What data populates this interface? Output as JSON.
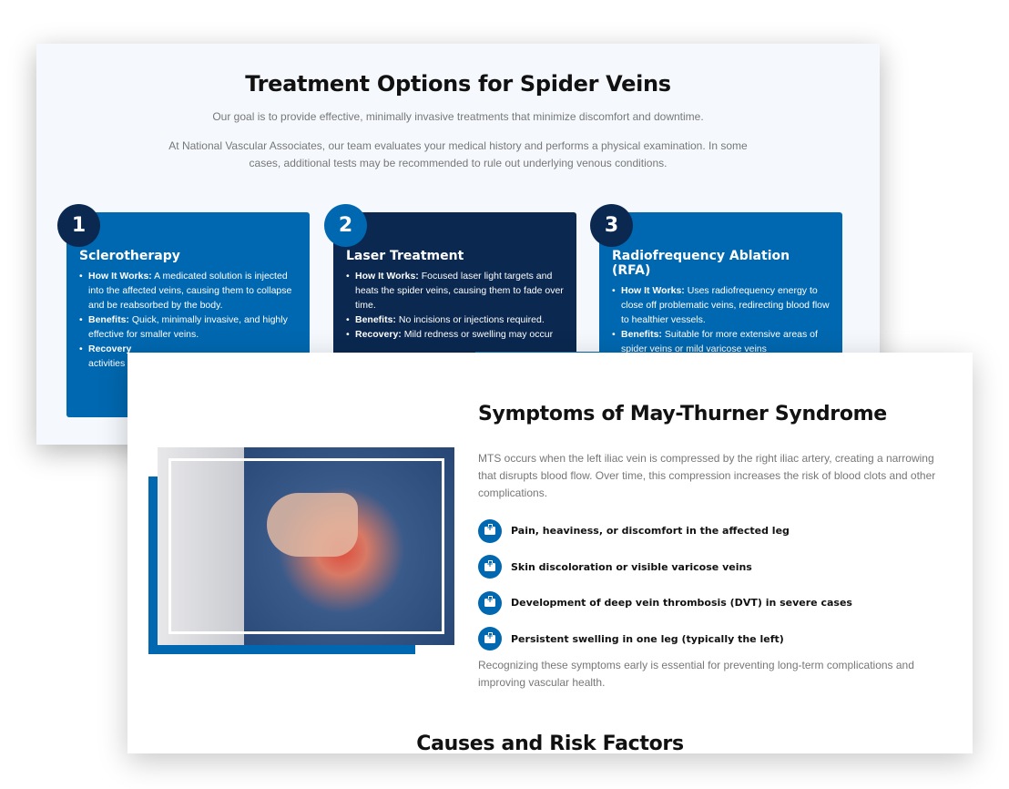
{
  "treatment": {
    "title": "Treatment Options for Spider Veins",
    "subtitle": "Our goal is to provide effective, minimally invasive treatments that minimize discomfort and downtime.",
    "description": "At National Vascular Associates, our team evaluates your medical history and performs a physical examination. In some cases, additional tests may be recommended to rule out underlying venous conditions.",
    "cards": [
      {
        "number": "1",
        "title": "Sclerotherapy",
        "items": [
          {
            "label": "How It Works:",
            "text": " A medicated solution is injected into the affected veins, causing them to collapse and be reabsorbed by the body."
          },
          {
            "label": "Benefits:",
            "text": " Quick, minimally invasive, and highly effective for smaller veins."
          },
          {
            "label": "Recovery",
            "text": " activities"
          }
        ]
      },
      {
        "number": "2",
        "title": "Laser Treatment",
        "items": [
          {
            "label": "How It Works:",
            "text": " Focused laser light targets and heats the spider veins, causing them to fade over time."
          },
          {
            "label": "Benefits:",
            "text": " No incisions or injections required."
          },
          {
            "label": "Recovery:",
            "text": " Mild redness or swelling may occur"
          }
        ]
      },
      {
        "number": "3",
        "title": "Radiofrequency Ablation (RFA)",
        "items": [
          {
            "label": "How It Works:",
            "text": " Uses radiofrequency energy to close off problematic veins, redirecting blood flow to healthier vessels."
          },
          {
            "label": "Benefits:",
            "text": " Suitable for more extensive areas of spider veins or mild varicose veins"
          }
        ]
      }
    ]
  },
  "symptoms": {
    "title": "Symptoms of May-Thurner Syndrome",
    "intro": "MTS occurs when the left iliac vein is compressed by the right iliac artery, creating a narrowing that disrupts blood flow. Over time, this compression increases the risk of blood clots and other complications.",
    "list": [
      "Pain, heaviness, or discomfort in the affected leg",
      "Skin discoloration or visible varicose veins",
      "Development of deep vein thrombosis (DVT) in severe cases",
      "Persistent swelling in one leg (typically the left)"
    ],
    "outro": "Recognizing these symptoms early is essential for preventing long-term complications and improving vascular health.",
    "next_title": "Causes and Risk Factors"
  },
  "colors": {
    "primary": "#0068b0",
    "navy": "#0a2850"
  }
}
